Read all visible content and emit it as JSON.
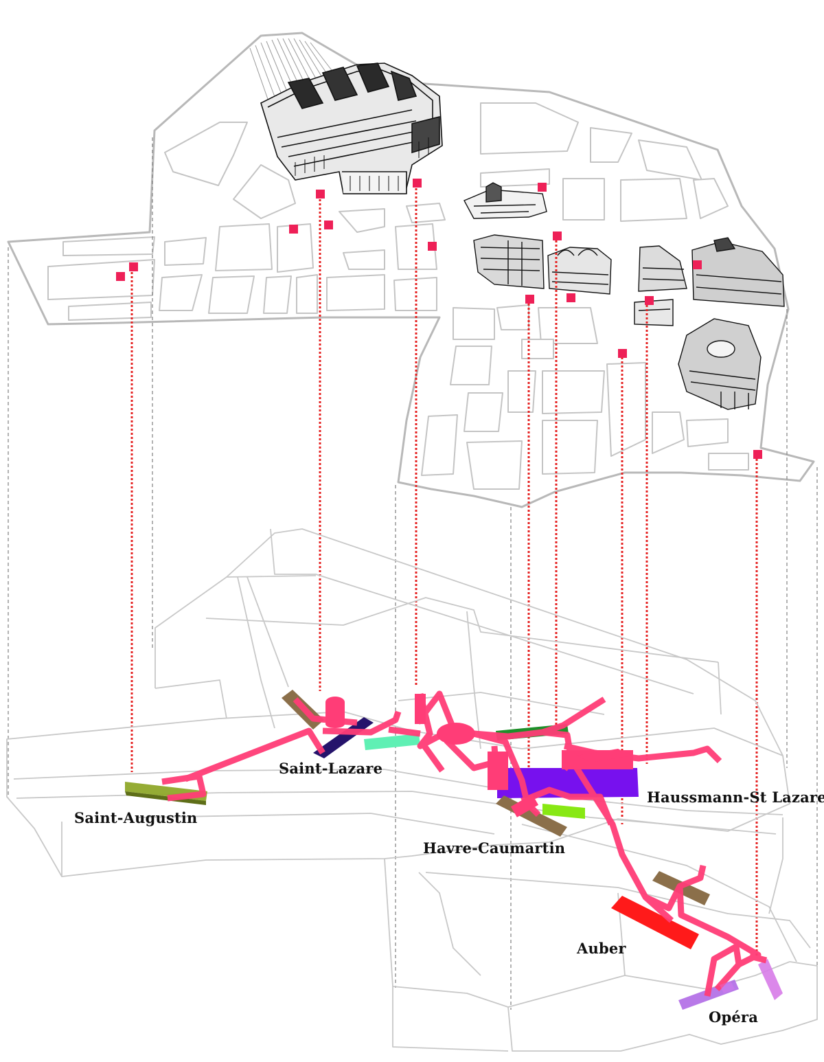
{
  "stations": {
    "saint_augustin": "Saint-Augustin",
    "saint_lazare": "Saint-Lazare",
    "havre_caumartin": "Havre-Caumartin",
    "haussmann_st_lazare": "Haussmann-St Lazare",
    "auber": "Auber",
    "opera": "Opéra"
  },
  "colors": {
    "corridor": "#ff3d77",
    "marker": "#ee2057",
    "connector": "#e62222",
    "street_outline": "#bdbdbd",
    "line_olive": "#8fa82a",
    "line_brown": "#8b6f4a",
    "line_navy": "#25136b",
    "line_mint": "#5ff0b4",
    "line_green": "#1f8f2a",
    "line_violet": "#7711ee",
    "line_lime": "#88e814",
    "line_red": "#ff1a1a",
    "line_lavender": "#b06ae6"
  }
}
